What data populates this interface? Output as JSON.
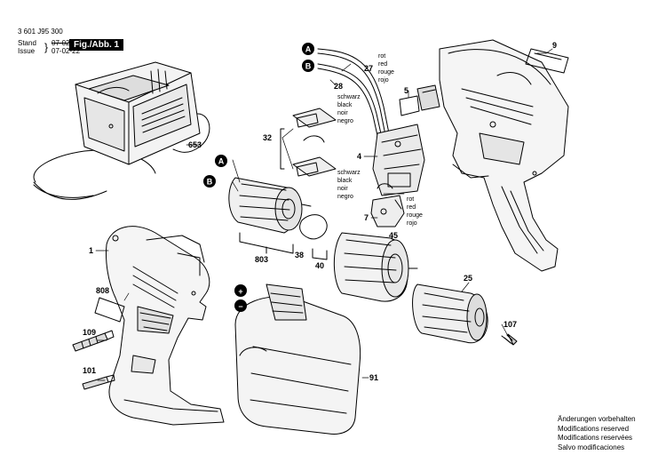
{
  "header": {
    "part_number": "3 601 J95 300",
    "stand_label": "Stand",
    "issue_label": "Issue",
    "stand_date": "07-02-21",
    "issue_date": "07-02-22",
    "figure_label": "Fig./Abb. 1"
  },
  "parts": {
    "p1": "1",
    "p4": "4",
    "p5": "5",
    "p7": "7",
    "p9": "9",
    "p25": "25",
    "p27": "27",
    "p28": "28",
    "p32": "32",
    "p38": "38",
    "p40": "40",
    "p45": "45",
    "p91": "91",
    "p101": "101",
    "p107": "107",
    "p109": "109",
    "p653": "653",
    "p803": "803",
    "p808": "808"
  },
  "connectors": {
    "a": "A",
    "b": "B",
    "plus": "+",
    "minus": "−"
  },
  "wire_red": [
    "rot",
    "red",
    "rouge",
    "rojo"
  ],
  "wire_black": [
    "schwarz",
    "black",
    "noir",
    "negro"
  ],
  "wire_black_2": [
    "schwarz",
    "black",
    "noir",
    "negro"
  ],
  "wire_red_2": [
    "rot",
    "red",
    "rouge",
    "rojo"
  ],
  "modifications": [
    "Änderungen vorbehalten",
    "Modifications reserved",
    "Modifications reservées",
    "Salvo modificaciones"
  ]
}
